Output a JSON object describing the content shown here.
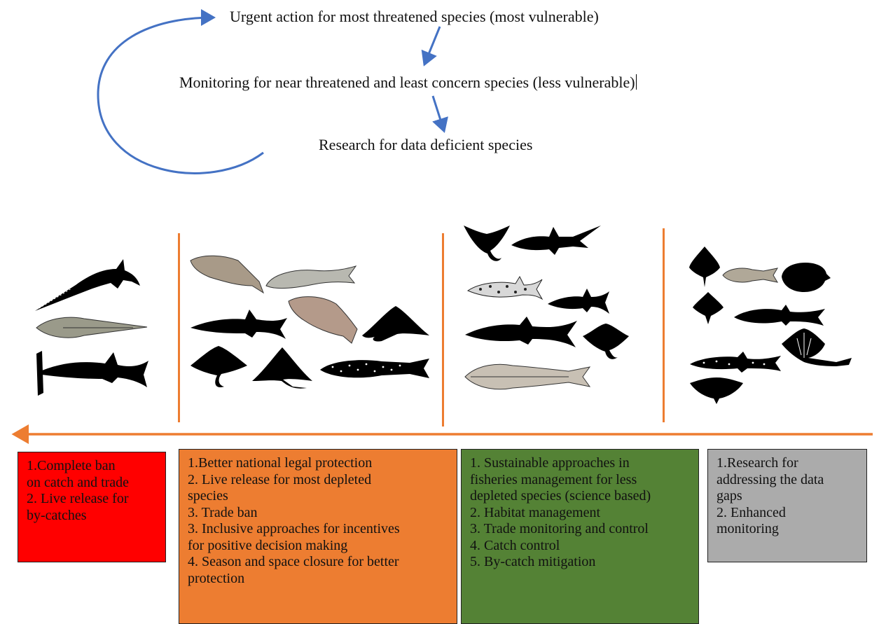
{
  "flow": {
    "step1": "Urgent action for most threatened species (most vulnerable)",
    "step2": "Monitoring for near threatened and least concern species (less vulnerable)",
    "step3": "Research for data deficient species"
  },
  "columns": [
    {
      "color": "#FF0000",
      "species": [
        "sawfish-icon",
        "guitarfish-icon",
        "hammerhead-shark-icon"
      ],
      "actions": [
        "1.Complete ban",
        "on catch and trade",
        "2. Live release for",
        "by-catches"
      ]
    },
    {
      "color": "#ED7D31",
      "species": [
        "guitarfish-icon",
        "shark-icon",
        "manta-ray-icon",
        "whale-shark-icon"
      ],
      "actions": [
        "1.Better national legal protection",
        "2. Live release for most depleted",
        "species",
        "3. Trade ban",
        "3. Inclusive approaches for incentives",
        "for positive decision making",
        "4. Season and space closure for better",
        "protection"
      ]
    },
    {
      "color": "#548235",
      "species": [
        "eagle-ray-icon",
        "thresher-shark-icon",
        "leopard-shark-icon",
        "shark-icon",
        "guitarfish-icon"
      ],
      "actions": [
        "1. Sustainable approaches in",
        "fisheries management for less",
        "depleted species (science based)",
        "2. Habitat management",
        "3. Trade monitoring and control",
        "4. Catch control",
        "5. By-catch mitigation"
      ]
    },
    {
      "color": "#ABABAB",
      "species": [
        "skate-icon",
        "catshark-icon",
        "stingray-icon",
        "butterfly-ray-icon"
      ],
      "actions": [
        "1.Research for",
        "addressing the data",
        "gaps",
        "2. Enhanced",
        "monitoring"
      ]
    }
  ],
  "colors": {
    "flow_arrow": "#4472C4",
    "scale_arrow": "#ED7D31",
    "divider": "#ED7D31"
  }
}
